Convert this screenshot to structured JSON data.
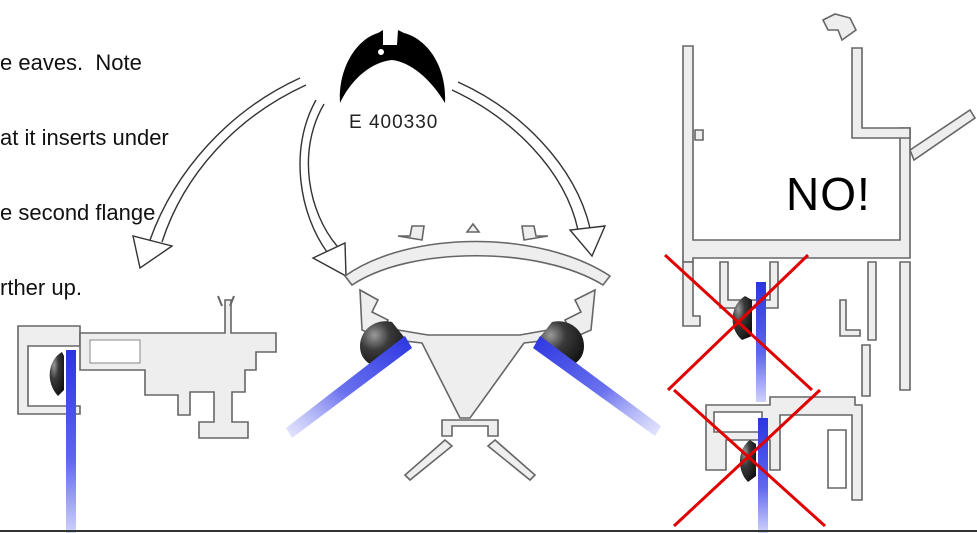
{
  "note": {
    "lines": [
      "e eaves.  Note",
      "at it inserts under",
      "e second flange",
      "rther up."
    ]
  },
  "part_code": "E 400330",
  "verdict": "NO!",
  "colors": {
    "profile_fill": "#eeeeee",
    "profile_stroke": "#666666",
    "gasket": "#262626",
    "glazing": "#3a45e0",
    "cross": "#e00000"
  }
}
